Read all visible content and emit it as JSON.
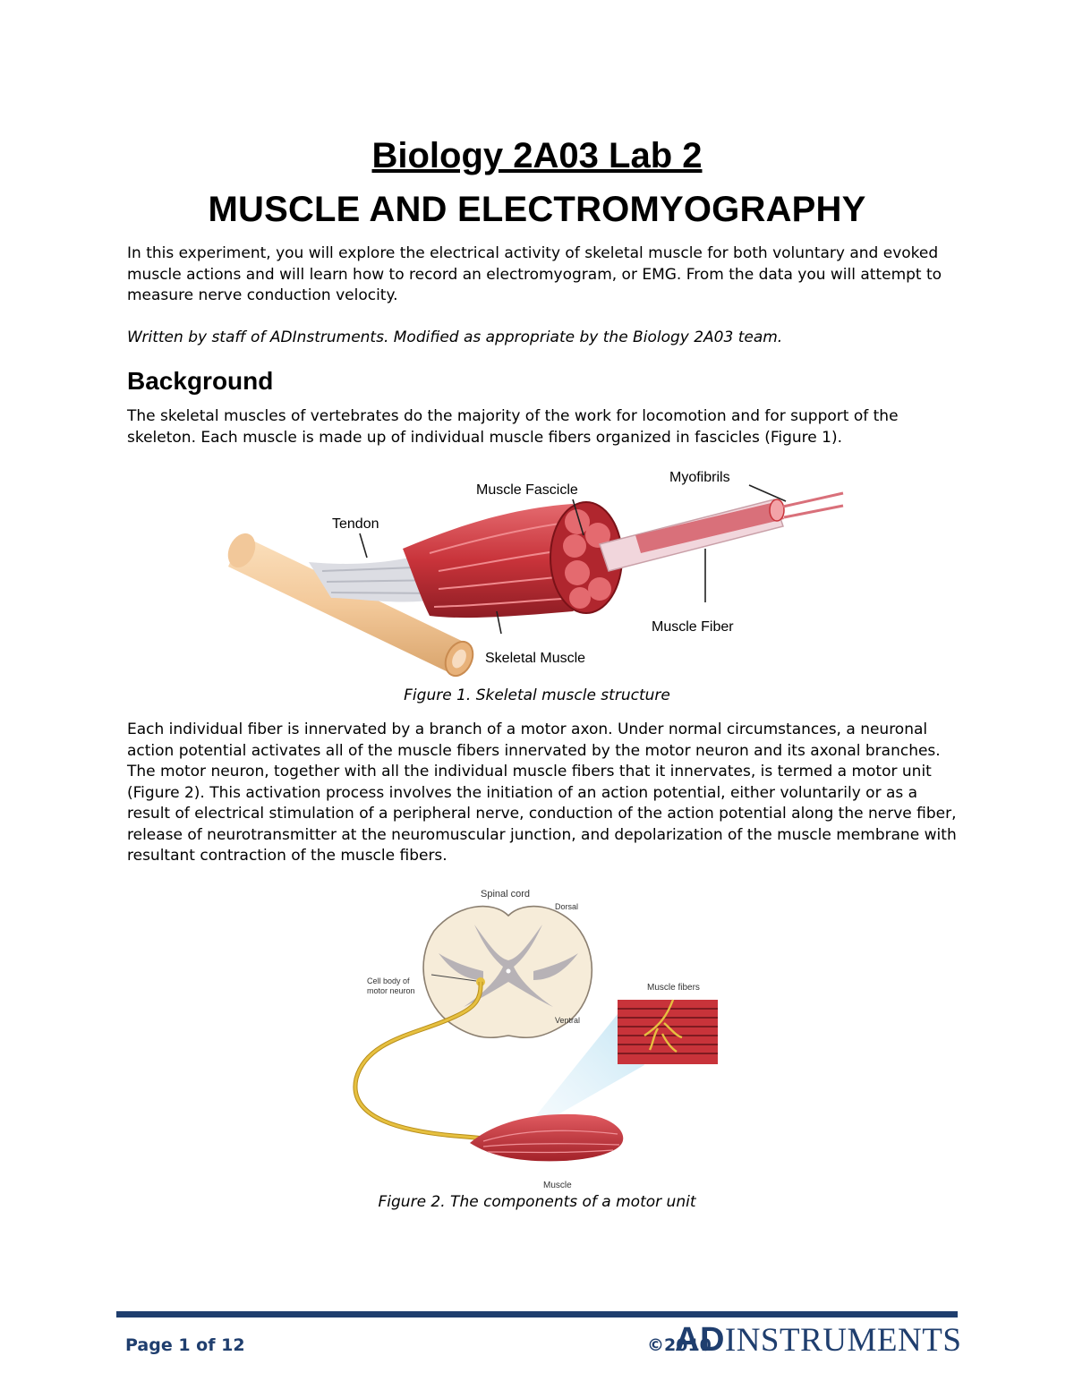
{
  "header": {
    "title": "Biology 2A03 Lab 2",
    "subtitle": "MUSCLE AND ELECTROMYOGRAPHY"
  },
  "intro": "In this experiment, you will explore the electrical activity of skeletal muscle for both voluntary and evoked muscle actions and will learn how to record an electromyogram, or EMG. From the data you will attempt to measure nerve conduction velocity.",
  "credit": "Written by staff of ADInstruments. Modified as appropriate by the Biology 2A03 team.",
  "background": {
    "heading": "Background",
    "para1": "The skeletal muscles of vertebrates do the majority of the work for locomotion and for support of the skeleton. Each muscle is made up of individual muscle fibers organized in fascicles (Figure 1).",
    "para2": "Each individual fiber is innervated by a branch of a motor axon. Under normal circumstances, a neuronal action potential activates all of the muscle fibers innervated by the motor neuron and its axonal branches. The motor neuron, together with all the individual muscle fibers that it innervates, is termed a motor unit (Figure 2). This activation process involves the initiation of an action potential, either voluntarily or as a result of electrical stimulation of a peripheral nerve, conduction of the action potential along the nerve fiber, release of neurotransmitter at the neuromuscular junction, and depolarization of the muscle membrane with resultant contraction of the muscle fibers."
  },
  "figure1": {
    "labels": {
      "tendon": "Tendon",
      "fascicle": "Muscle Fascicle",
      "myofibrils": "Myofibrils",
      "fiber": "Muscle Fiber",
      "skeletal": "Skeletal Muscle"
    },
    "caption": "Figure 1. Skeletal muscle structure"
  },
  "figure2": {
    "labels": {
      "spinal_cord": "Spinal cord",
      "dorsal": "Dorsal",
      "cell_body_1": "Cell body of",
      "cell_body_2": "motor neuron",
      "ventral": "Ventral",
      "muscle_fibers": "Muscle fibers",
      "muscle": "Muscle"
    },
    "caption": "Figure 2. The components of a motor unit"
  },
  "footer": {
    "page": "Page 1 of 12",
    "copyright": "©2010",
    "logo_bold": "AD",
    "logo_rest": "INSTRUMENTS"
  },
  "colors": {
    "brand": "#1f3e6e",
    "muscle": "#c8333a",
    "tendon": "#f3c99a",
    "nerve": "#e6c040"
  }
}
